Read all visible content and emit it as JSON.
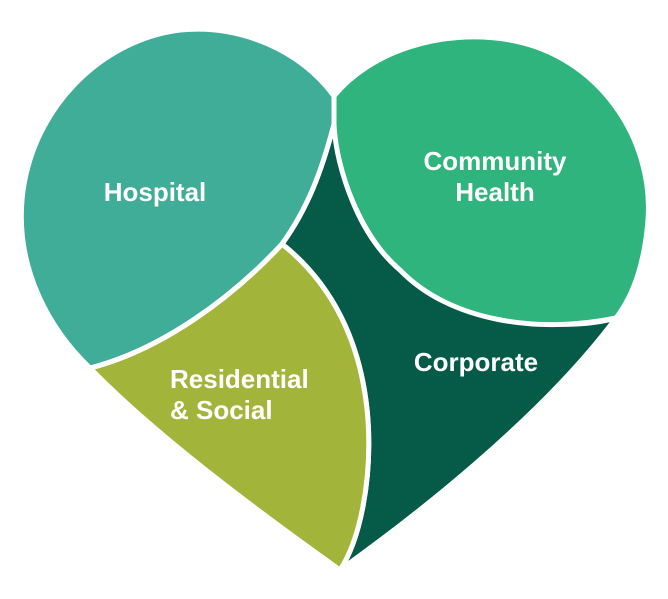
{
  "segments": [
    {
      "id": "hospital",
      "lines": [
        "Hospital"
      ],
      "color": "#3fad98"
    },
    {
      "id": "community",
      "lines": [
        "Community",
        "Health"
      ],
      "color": "#2eb47c"
    },
    {
      "id": "residential",
      "lines": [
        "Residential",
        "& Social"
      ],
      "color": "#a3b43a"
    },
    {
      "id": "corporate",
      "lines": [
        "Corporate"
      ],
      "color": "#055a48"
    }
  ]
}
